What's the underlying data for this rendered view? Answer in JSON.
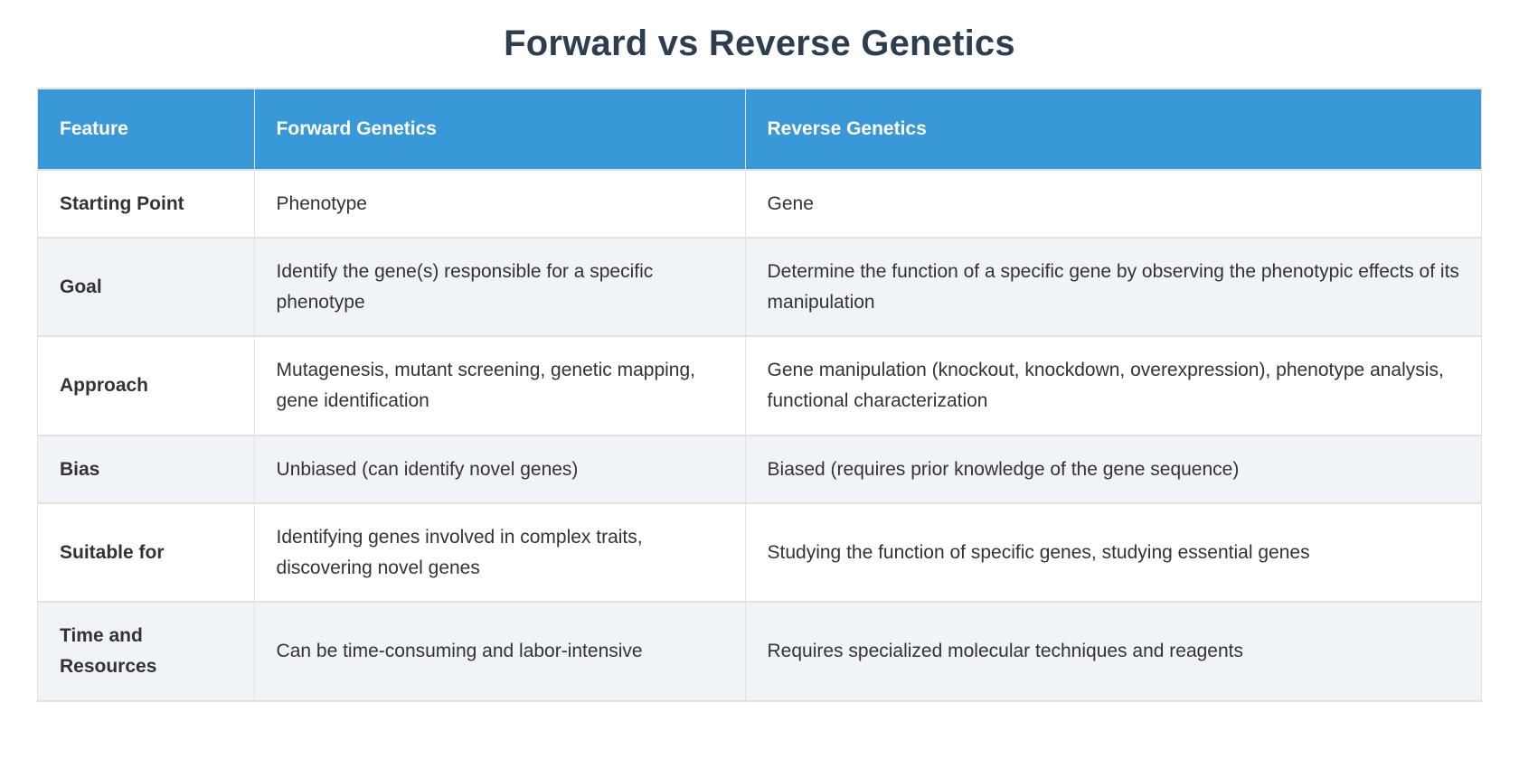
{
  "page": {
    "title": "Forward vs Reverse Genetics"
  },
  "table": {
    "columns": [
      {
        "label": "Feature"
      },
      {
        "label": "Forward Genetics"
      },
      {
        "label": "Reverse Genetics"
      }
    ],
    "rows": [
      {
        "feature": "Starting Point",
        "forward": "Phenotype",
        "reverse": "Gene"
      },
      {
        "feature": "Goal",
        "forward": "Identify the gene(s) responsible for a specific phenotype",
        "reverse": "Determine the function of a specific gene by observing the phenotypic effects of its manipulation"
      },
      {
        "feature": "Approach",
        "forward": "Mutagenesis, mutant screening, genetic mapping, gene identification",
        "reverse": "Gene manipulation (knockout, knockdown, overexpression), phenotype analysis, functional characterization"
      },
      {
        "feature": "Bias",
        "forward": "Unbiased (can identify novel genes)",
        "reverse": "Biased (requires prior knowledge of the gene sequence)"
      },
      {
        "feature": "Suitable for",
        "forward": "Identifying genes involved in complex traits, discovering novel genes",
        "reverse": "Studying the function of specific genes, studying essential genes"
      },
      {
        "feature": "Time and Resources",
        "forward": "Can be time-consuming and labor-intensive",
        "reverse": "Requires specialized molecular techniques and reagents"
      }
    ]
  },
  "colors": {
    "header_bg": "#3898d8",
    "header_text": "#ffffff",
    "row_bg": "#ffffff",
    "row_alt_bg": "#f0f4f8",
    "border": "#e2e2e2",
    "title_text": "#2c3e50",
    "body_text": "#333333"
  }
}
